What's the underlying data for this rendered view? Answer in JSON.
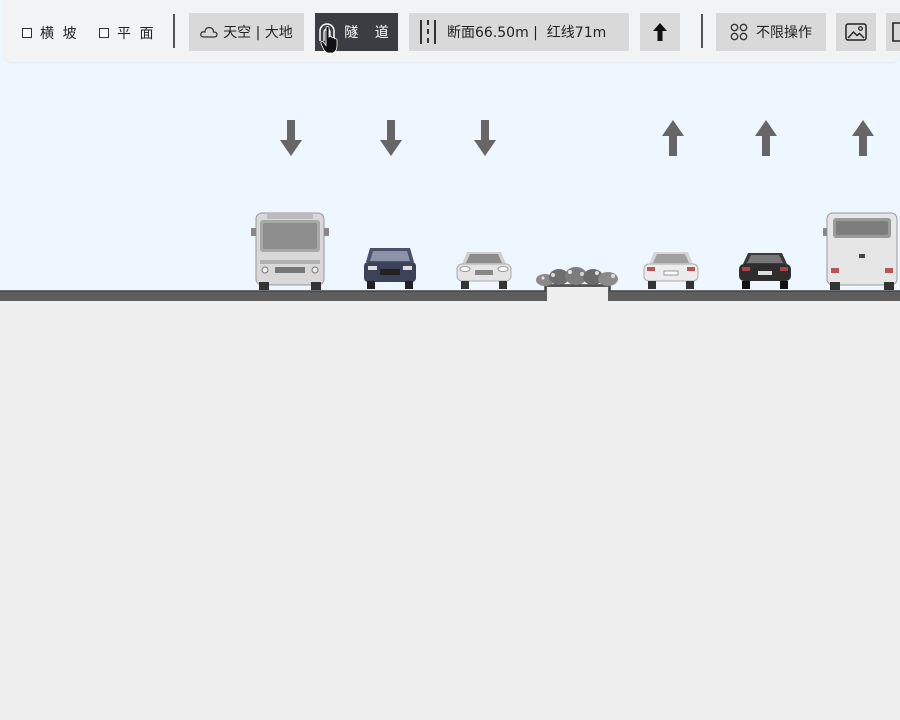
{
  "toolbar": {
    "cross_slope": {
      "label": "横 坡",
      "checked": false
    },
    "plan": {
      "label": "平 面",
      "checked": false
    },
    "sky_ground": {
      "label": "天空 | 大地",
      "icon": "cloud-icon"
    },
    "tunnel": {
      "label": "隧 道",
      "icon": "tunnel-icon",
      "active": true
    },
    "section_width": {
      "label": "断面66.50m |  红线71m",
      "icon": "lane-lines-icon"
    },
    "direction": {
      "icon": "arrow-up-icon"
    },
    "operation_mode": {
      "label": "不限操作",
      "icon": "grid-circles-icon"
    },
    "image": {
      "icon": "image-icon"
    }
  },
  "scene": {
    "lanes": [
      {
        "direction": "down",
        "vehicle": "bus-front"
      },
      {
        "direction": "down",
        "vehicle": "suv-front"
      },
      {
        "direction": "down",
        "vehicle": "sedan-front"
      },
      {
        "direction": "up",
        "vehicle": "sedan-rear"
      },
      {
        "direction": "up",
        "vehicle": "sedan-rear-dark"
      },
      {
        "direction": "up",
        "vehicle": "bus-rear"
      }
    ],
    "median": "planted-median",
    "colors": {
      "sky": "#eef6ff",
      "ground": "#eeeeee",
      "asphalt": "#5d5d5d",
      "arrow": "#666666",
      "active_button": "#3b3d42",
      "button": "#d9d9d9"
    }
  }
}
